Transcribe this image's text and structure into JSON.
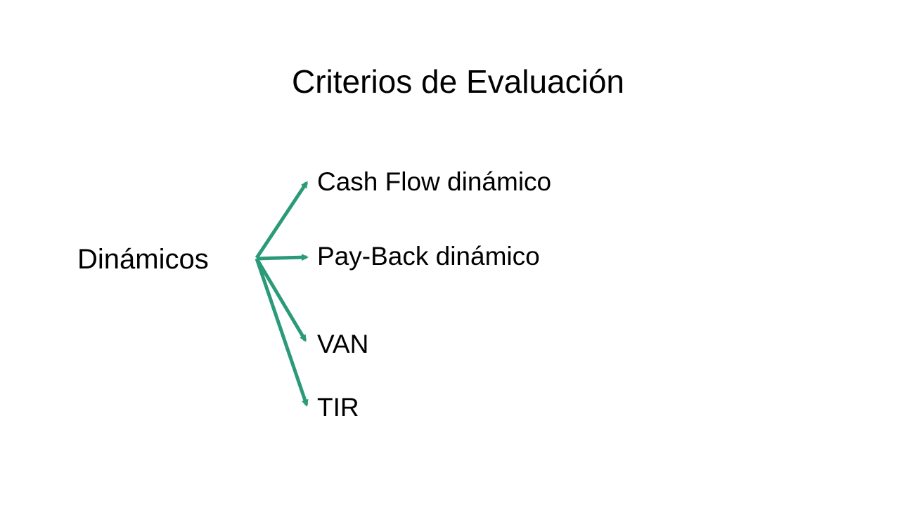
{
  "title": "Criterios de Evaluación",
  "root": "Dinámicos",
  "branches": [
    "Cash Flow dinámico",
    "Pay-Back dinámico",
    "VAN",
    "TIR"
  ],
  "colors": {
    "arrow": "#2a9a78",
    "text": "#000000",
    "background": "#ffffff"
  }
}
